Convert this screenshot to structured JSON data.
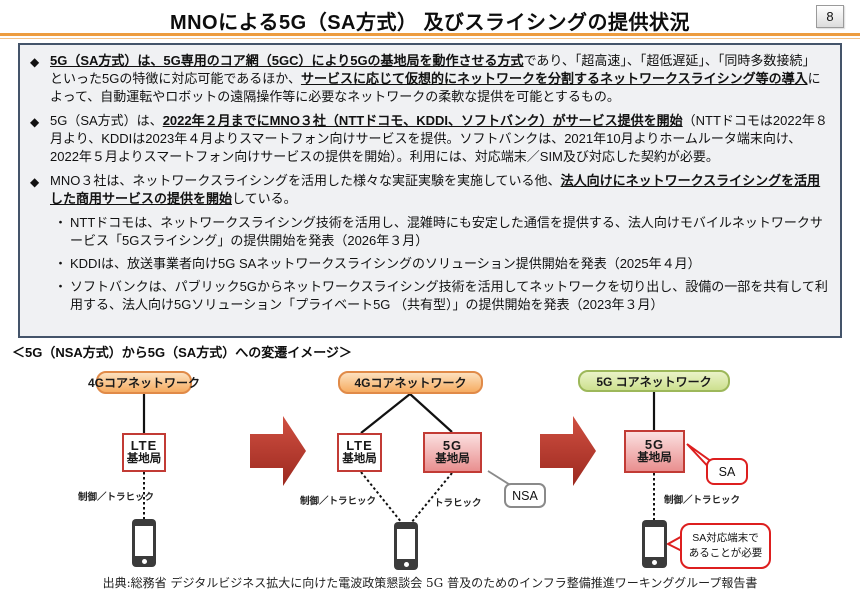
{
  "header": {
    "title": "MNOによる5G（SA方式） 及びスライシングの提供状況",
    "page_number": "8"
  },
  "summary": {
    "marker": "◆",
    "sub_marker": "・",
    "b1": {
      "s1": "5G（SA方式）は、5G専用のコア網（5GC）により5Gの基地局を動作させる方式",
      "s2": "であり、「超高速」、「超低遅延」、「同時多数接続」といった5Gの特徴に対応可能であるほか、",
      "s3": "サービスに応じて仮想的にネットワークを分割するネットワークスライシング等の導入",
      "s4": "によって、自動運転やロボットの遠隔操作等に必要なネットワークの柔軟な提供を可能とするもの。"
    },
    "b2": {
      "s1": "5G（SA方式）は、",
      "s2": "2022年２月までにMNO３社（NTTドコモ、KDDI、ソフトバンク）がサービス提供を開始",
      "s3": "（NTTドコモは2022年８月より、KDDIは2023年４月よりスマートフォン向けサービスを提供。ソフトバンクは、2021年10月よりホームルータ端末向け、2022年５月よりスマートフォン向けサービスの提供を開始）。利用には、対応端末／SIM及び対応した契約が必要。"
    },
    "b3": {
      "s1": "MNO３社は、ネットワークスライシングを活用した様々な実証実験を実施している他、",
      "s2": "法人向けにネットワークスライシングを活用した商用サービスの提供を開始",
      "s3": "している。"
    },
    "sub_bullets": [
      "NTTドコモは、ネットワークスライシング技術を活用し、混雑時にも安定した通信を提供する、法人向けモバイルネットワークサービス「5Gスライシング」の提供開始を発表（2026年３月）",
      "KDDIは、放送事業者向け5G SAネットワークスライシングのソリューション提供開始を発表（2025年４月）",
      "ソフトバンクは、パブリック5Gからネットワークスライシング技術を活用してネットワークを切り出し、設備の一部を共有して利用する、法人向け5Gソリューション「プライベート5G （共有型）」の提供開始を発表（2023年３月）"
    ]
  },
  "diagram": {
    "caption": "＜5G（NSA方式）から5G（SA方式）への変遷イメージ＞",
    "core_4g": "4Gコアネットワーク",
    "core_5g": "5G コアネットワーク",
    "lte_line1": "LTE",
    "g5_line1": "5G",
    "bs_line2": "基地局",
    "label_ctrl_traffic": "制御／トラヒック",
    "label_traffic": "トラヒック",
    "nsa_label": "NSA",
    "sa_label": "SA",
    "sa_device_line1": "SA対応端末で",
    "sa_device_line2": "あることが必要"
  },
  "footer": {
    "source": "出典:総務省 デジタルビジネス拡大に向けた電波政策懇談会 5G 普及のためのインフラ整備推進ワーキンググループ報告書"
  },
  "colors": {
    "accent_rule_orange": "#ED9C3F",
    "summary_border": "#44546A",
    "summary_bg": "#F0F1F3",
    "core_4g_fill": "#F6AC62",
    "core_4g_border": "#E08A48",
    "core_5g_fill": "#CDE08F",
    "core_5g_border": "#9DB85A",
    "base_station_border": "#C23B35",
    "base_station_5g_fill": "#E98F8F",
    "arrow_red": "#B93226",
    "callout_red": "#DD1F1F",
    "callout_gray": "#8A8A8A"
  }
}
